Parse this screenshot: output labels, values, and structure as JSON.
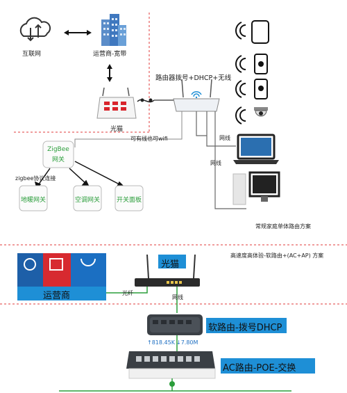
{
  "top": {
    "internet": "互联网",
    "isp_broadband": "运营商-宽带",
    "router_dial": "路由器拨号+DHCP+无线",
    "optical_modem": "光猫",
    "wired_or_wifi": "可有线也可wifi",
    "zigbee_gateway_line1": "ZigBee",
    "zigbee_gateway_line2": "网关",
    "zigbee_protocol": "zigbee协议连接",
    "floor_heat_gateway": "地暖网关",
    "ac_gateway": "空调网关",
    "switch_panel": "开关面板",
    "wired_1": "网线",
    "wired_2": "网线",
    "caption": "常规家庭单体路由方案"
  },
  "bottom": {
    "caption": "高速度高体验-软路由+(AC+AP) 方案",
    "optical_modem": "光猫",
    "isp": "运营商",
    "fiber": "光纤",
    "cable": "网线",
    "soft_router": "软路由-拨号DHCP",
    "up_speed": "↑818.45K",
    "down_speed": "↓7.80M",
    "ac_router": "AC路由-POE-交换"
  }
}
